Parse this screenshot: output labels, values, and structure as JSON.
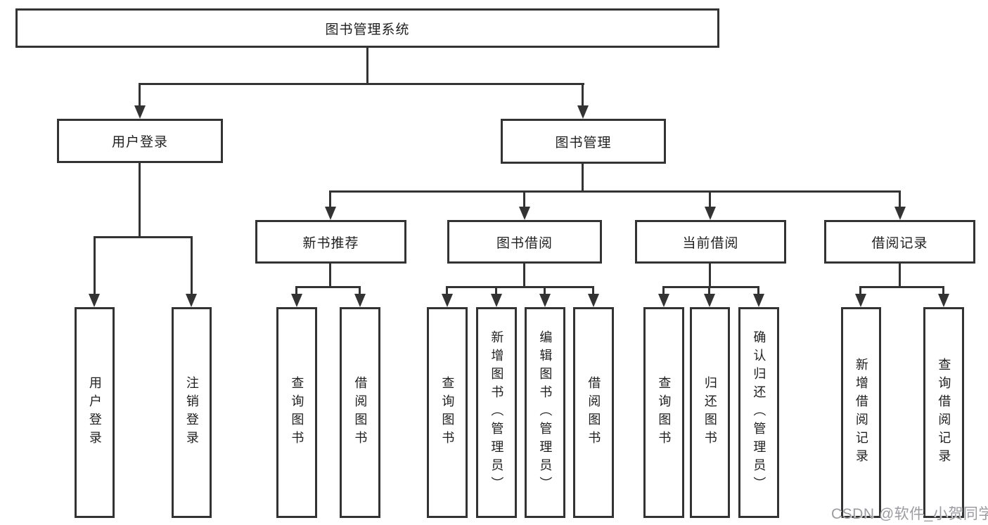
{
  "diagram": {
    "root": "图书管理系统",
    "login": {
      "label": "用户登录",
      "children": [
        "用户登录",
        "注销登录"
      ]
    },
    "management": {
      "label": "图书管理",
      "groups": [
        {
          "label": "新书推荐",
          "children": [
            "查询图书",
            "借阅图书"
          ]
        },
        {
          "label": "图书借阅",
          "children": [
            "查询图书",
            "新增图书（管理员）",
            "编辑图书（管理员）",
            "借阅图书"
          ]
        },
        {
          "label": "当前借阅",
          "children": [
            "查询图书",
            "归还图书",
            "确认归还（管理员）"
          ]
        },
        {
          "label": "借阅记录",
          "children": [
            "新增借阅记录",
            "查询借阅记录"
          ]
        }
      ]
    }
  },
  "watermark": "CSDN @软件_小贺同学",
  "colors": {
    "line": "#333333",
    "text": "#1f1f1f",
    "background": "#ffffff",
    "watermark": "#9b9ba3"
  }
}
